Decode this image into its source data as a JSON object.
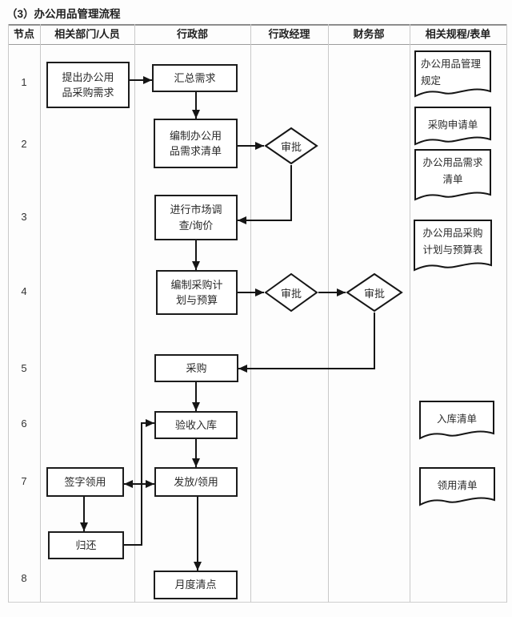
{
  "title": "（3）办公用品管理流程",
  "table": {
    "headers": [
      "节点",
      "相关部门/人员",
      "行政部",
      "行政经理",
      "财务部",
      "相关规程/表单"
    ],
    "nodes": [
      "1",
      "2",
      "3",
      "4",
      "5",
      "6",
      "7",
      "8"
    ]
  },
  "flow": {
    "boxes": {
      "propose": "提出办公用\n品采购需求",
      "summarize": "汇总需求",
      "demand_list": "编制办公用\n品需求清单",
      "market_survey": "进行市场调\n查/询价",
      "purchase_plan": "编制采购计\n划与预算",
      "purchase": "采购",
      "inspect_warehouse": "验收入库",
      "distribute": "发放/领用",
      "sign_receive": "签字领用",
      "return_item": "归还",
      "monthly_count": "月度清点"
    },
    "diamonds": {
      "approve_manager_1": "审批",
      "approve_manager_2": "审批",
      "approve_finance": "审批"
    },
    "documents": {
      "mgmt_rule": "办公用品管理\n规定",
      "purchase_request": "采购申请单",
      "demand_list_doc": "办公用品需求\n清单",
      "plan_budget_doc": "办公用品采购\n计划与预算表",
      "warehouse_list": "入库清单",
      "receive_list": "领用清单"
    }
  },
  "colors": {
    "line": "#151515",
    "box_border": "#1c1c1c",
    "grid": "#c9c9c9",
    "text": "#262626"
  }
}
